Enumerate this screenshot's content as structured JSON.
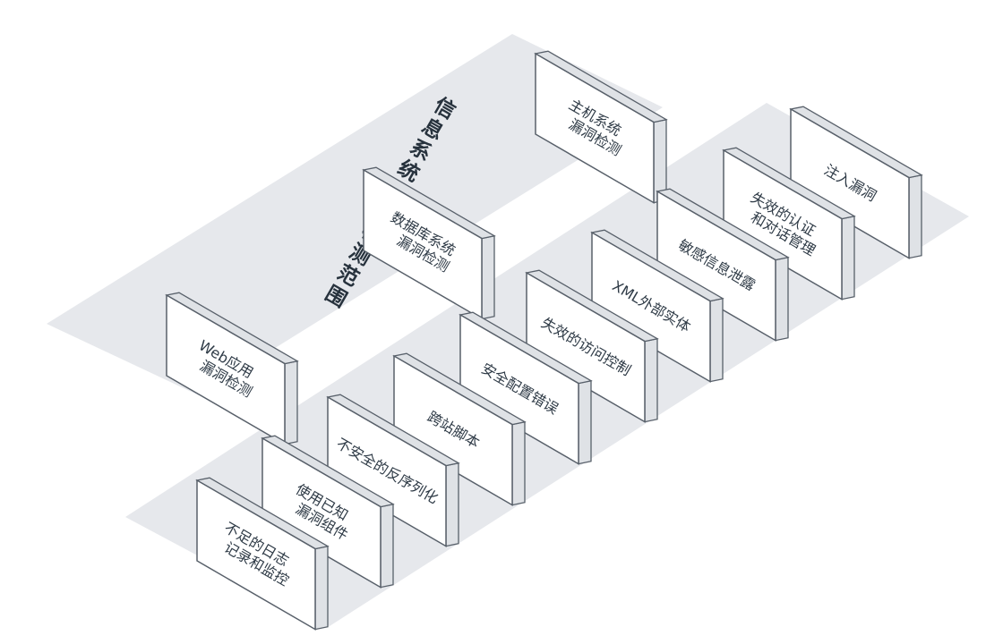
{
  "title": "信息系统漏洞检测范围",
  "colors": {
    "platform": "#e6e8ec",
    "face": "#ffffff",
    "side": "#dfe2e6",
    "outline": "#58606a",
    "text": "#2e3a46"
  },
  "upper_blocks": [
    {
      "id": "host",
      "lines": [
        "主机系统",
        "漏洞检测"
      ]
    },
    {
      "id": "database",
      "lines": [
        "数据库系统",
        "漏洞检测"
      ]
    },
    {
      "id": "web",
      "lines": [
        "Web应用",
        "漏洞检测"
      ]
    }
  ],
  "web_blocks": [
    {
      "id": "injection",
      "lines": [
        "注入漏洞"
      ]
    },
    {
      "id": "broken-auth",
      "lines": [
        "失效的认证",
        "和对话管理"
      ]
    },
    {
      "id": "sensitive-data",
      "lines": [
        "敏感信息泄露"
      ]
    },
    {
      "id": "xxe",
      "lines": [
        "XML外部实体"
      ]
    },
    {
      "id": "broken-access",
      "lines": [
        "失效的访问控制"
      ]
    },
    {
      "id": "misconfig",
      "lines": [
        "安全配置错误"
      ]
    },
    {
      "id": "xss",
      "lines": [
        "跨站脚本"
      ]
    },
    {
      "id": "deserialization",
      "lines": [
        "不安全的反序列化"
      ]
    },
    {
      "id": "known-vuln",
      "lines": [
        "使用已知",
        "漏洞组件"
      ]
    },
    {
      "id": "logging",
      "lines": [
        "不足的日志",
        "记录和监控"
      ]
    }
  ]
}
